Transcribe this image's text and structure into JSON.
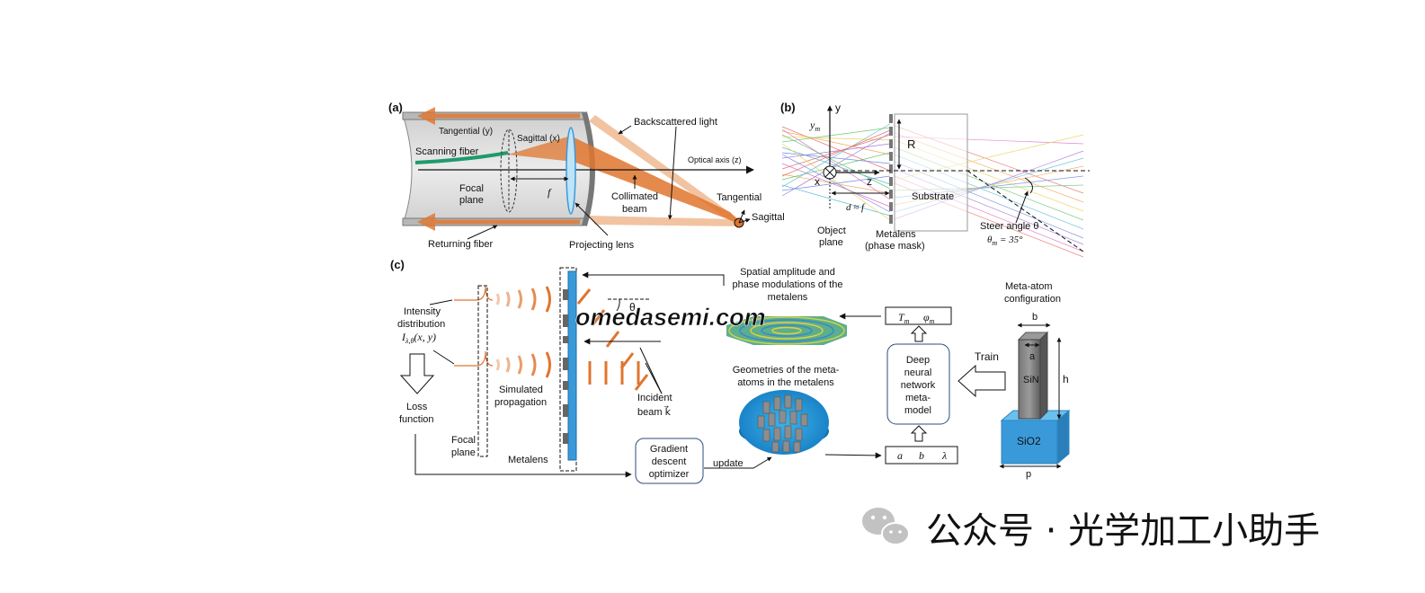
{
  "panel_a": {
    "label": "(a)",
    "tangential_y": "Tangential (y)",
    "sagittal_x": "Sagittal (x)",
    "scanning_fiber": "Scanning fiber",
    "focal_plane_1": "Focal",
    "focal_plane_2": "plane",
    "f": "f",
    "backscattered": "Backscattered light",
    "optical_axis": "Optical axis (z)",
    "collimated_1": "Collimated",
    "collimated_2": "beam",
    "tangential": "Tangential",
    "sagittal": "Sagittal",
    "returning_fiber": "Returning fiber",
    "projecting_lens": "Projecting lens"
  },
  "panel_b": {
    "label": "(b)",
    "y": "y",
    "ym": "y",
    "ym_sub": "m",
    "x": "x",
    "z": "z",
    "R": "R",
    "d_f": "d ≈ f",
    "substrate": "Substrate",
    "object_plane_1": "Object",
    "object_plane_2": "plane",
    "metalens_1": "Metalens",
    "metalens_2": "(phase mask)",
    "steer_1": "Steer angle θ",
    "steer_2": "θ",
    "steer_2_sub": "m",
    "steer_2_rest": " = 35°"
  },
  "panel_c": {
    "label": "(c)",
    "intensity_1": "Intensity",
    "intensity_2": "distribution",
    "intensity_3": "I",
    "intensity_3_sub": "λ,θ",
    "intensity_3_rest": "(x, y)",
    "loss_1": "Loss",
    "loss_2": "function",
    "focal_1": "Focal",
    "focal_2": "plane",
    "simulated_1": "Simulated",
    "simulated_2": "propagation",
    "metalens": "Metalens",
    "theta": "θ",
    "incident_1": "Incident",
    "incident_2": "beam k⃗",
    "spatial_1": "Spatial amplitude and",
    "spatial_2": "phase modulations of the",
    "spatial_3": "metalens",
    "geometries_1": "Geometries of the meta-",
    "geometries_2": "atoms in the metalens",
    "Tm": "T",
    "Tm_sub": "m",
    "phim": "φ",
    "phim_sub": "m",
    "dnn_1": "Deep",
    "dnn_2": "neural",
    "dnn_3": "network",
    "dnn_4": "meta-",
    "dnn_5": "model",
    "inputs": [
      "a",
      "b",
      "λ"
    ],
    "train": "Train",
    "meta_atom_1": "Meta-atom",
    "meta_atom_2": "configuration",
    "dim_b": "b",
    "dim_a": "a",
    "dim_h": "h",
    "dim_p": "p",
    "sin": "SiN",
    "sio2": "SiO2",
    "gradient_1": "Gradient",
    "gradient_2": "descent",
    "gradient_3": "optimizer",
    "update": "update"
  },
  "overlay_watermark": "omedasemi.com",
  "footer_watermark": "公众号 · 光学加工小助手",
  "colors": {
    "orange": "#e0752e",
    "orange_light": "#efb48a",
    "blue": "#3a9ad9",
    "green": "#1f9a6c",
    "watermark_blue": "#2f4fd0"
  }
}
